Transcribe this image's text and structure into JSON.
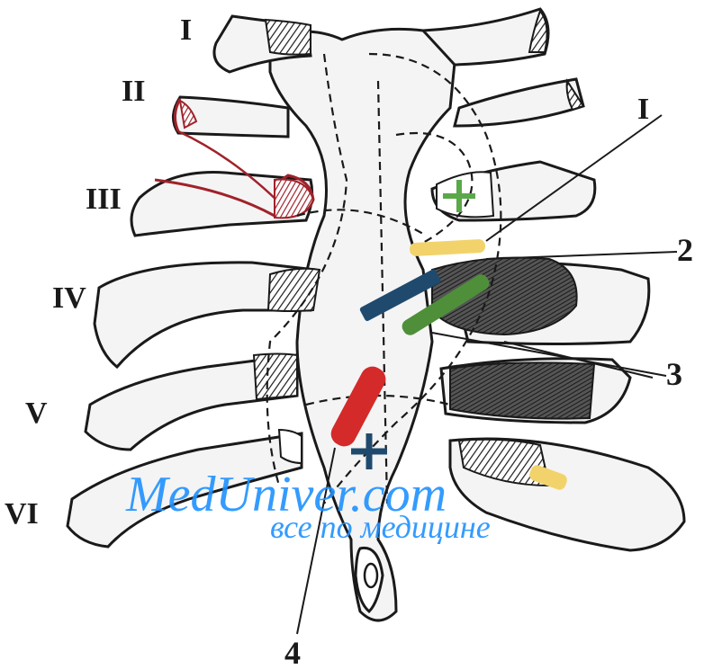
{
  "labels": {
    "rib_left_1": "I",
    "rib_left_2": "II",
    "rib_left_3": "III",
    "rib_left_4": "IV",
    "rib_left_5": "V",
    "rib_left_6": "VI",
    "rib_right_1": "I",
    "valve_2": "2",
    "valve_3": "3",
    "valve_4": "4"
  },
  "watermark": {
    "site": "MedUniver.com",
    "tagline": "все по медицине"
  },
  "colors": {
    "outline": "#1a1a1a",
    "rib_highlight": "#a0222a",
    "aortic_yellow": "#f2d36b",
    "pulmonary_blue": "#1f4a6e",
    "mitral_green": "#4f8f3a",
    "tricuspid_red": "#d42a2a",
    "plus_green": "#5aa84a",
    "plus_blue": "#1f4a6e",
    "watermark": "#1e90ff"
  }
}
